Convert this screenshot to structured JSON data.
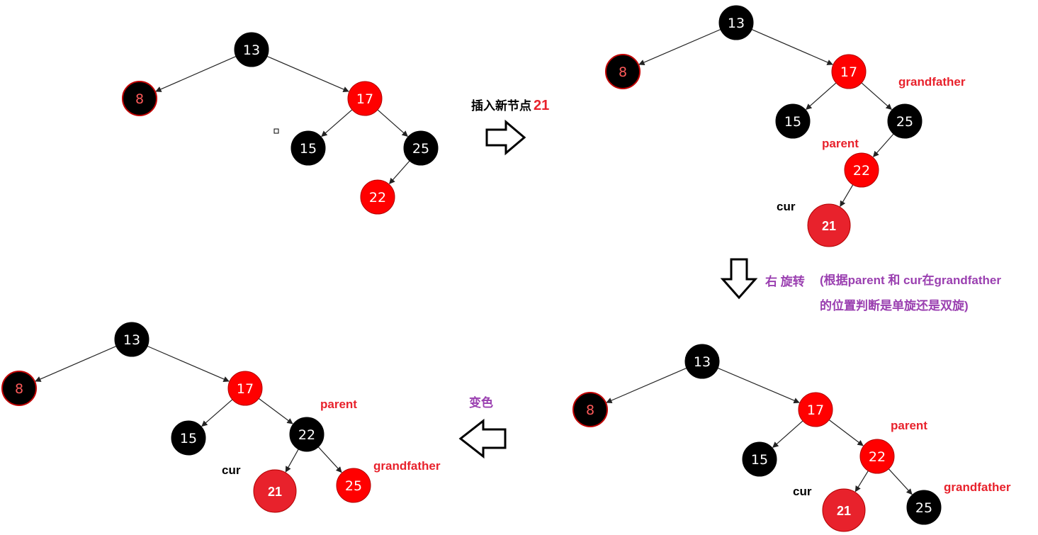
{
  "colors": {
    "red": "#ff0000",
    "black": "#000000",
    "cur_red": "#e8222c",
    "label_red": "#e8222c",
    "label_purple": "#9a3fb0"
  },
  "step_labels": {
    "insert_prefix": "插入新节点",
    "insert_value": "21",
    "rotate_line1_a": "右 旋转",
    "rotate_line1_b": "(根据parent 和 cur在grandfather",
    "rotate_line2": "的位置判断是单旋还是双旋)",
    "recolor": "变色"
  },
  "role_labels": {
    "grandfather": "grandfather",
    "parent": "parent",
    "cur": "cur"
  },
  "trees": [
    {
      "id": "tree1",
      "nodes": [
        {
          "key": "n13",
          "value": "13",
          "color": "black"
        },
        {
          "key": "n8",
          "value": "8",
          "color": "black"
        },
        {
          "key": "n17",
          "value": "17",
          "color": "red"
        },
        {
          "key": "n15",
          "value": "15",
          "color": "black"
        },
        {
          "key": "n25",
          "value": "25",
          "color": "black"
        },
        {
          "key": "n22",
          "value": "22",
          "color": "red"
        }
      ]
    },
    {
      "id": "tree2",
      "nodes": [
        {
          "key": "n13",
          "value": "13",
          "color": "black"
        },
        {
          "key": "n8",
          "value": "8",
          "color": "black"
        },
        {
          "key": "n17",
          "value": "17",
          "color": "red"
        },
        {
          "key": "n15",
          "value": "15",
          "color": "black"
        },
        {
          "key": "n25",
          "value": "25",
          "color": "black"
        },
        {
          "key": "n22",
          "value": "22",
          "color": "red"
        },
        {
          "key": "n21",
          "value": "21",
          "color": "red"
        }
      ]
    },
    {
      "id": "tree3",
      "nodes": [
        {
          "key": "n13",
          "value": "13",
          "color": "black"
        },
        {
          "key": "n8",
          "value": "8",
          "color": "black"
        },
        {
          "key": "n17",
          "value": "17",
          "color": "red"
        },
        {
          "key": "n15",
          "value": "15",
          "color": "black"
        },
        {
          "key": "n22",
          "value": "22",
          "color": "red"
        },
        {
          "key": "n21",
          "value": "21",
          "color": "red"
        },
        {
          "key": "n25",
          "value": "25",
          "color": "black"
        }
      ]
    },
    {
      "id": "tree4",
      "nodes": [
        {
          "key": "n13",
          "value": "13",
          "color": "black"
        },
        {
          "key": "n8",
          "value": "8",
          "color": "black"
        },
        {
          "key": "n17",
          "value": "17",
          "color": "red"
        },
        {
          "key": "n15",
          "value": "15",
          "color": "black"
        },
        {
          "key": "n22",
          "value": "22",
          "color": "black"
        },
        {
          "key": "n21",
          "value": "21",
          "color": "red"
        },
        {
          "key": "n25",
          "value": "25",
          "color": "red"
        }
      ]
    }
  ]
}
